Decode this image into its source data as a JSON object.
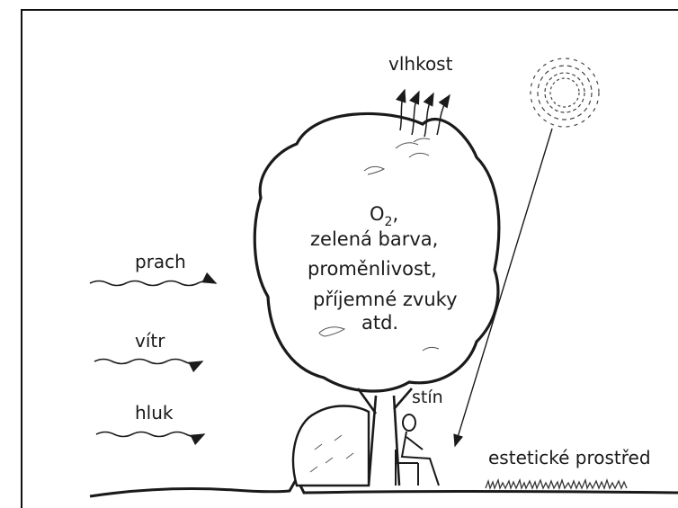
{
  "labels": {
    "vlhkost": "vlhkost",
    "o2": "O",
    "o2_sub": "2",
    "o2_comma": ",",
    "zelena": "zelená  barva,",
    "promenlivost": "proměnlivost,",
    "zvuky": "příjemné  zvuky",
    "atd": "atd.",
    "prach": "prach",
    "vitr": "vítr",
    "hluk": "hluk",
    "stin": "stín",
    "esteticke": "estetické prostřed"
  }
}
